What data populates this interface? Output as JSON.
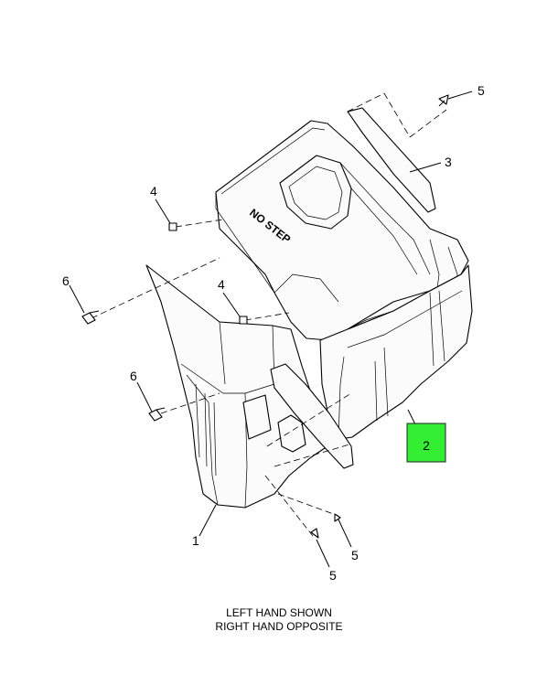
{
  "callouts": {
    "c1": "1",
    "c2": "2",
    "c3": "3",
    "c4a": "4",
    "c4b": "4",
    "c5a": "5",
    "c5b": "5",
    "c5c": "5",
    "c6a": "6",
    "c6b": "6"
  },
  "decal_text": "NO STEP",
  "caption": {
    "line1": "LEFT HAND SHOWN",
    "line2": "RIGHT HAND OPPOSITE"
  },
  "colors": {
    "highlight": "#33ee33",
    "line": "#000000"
  }
}
